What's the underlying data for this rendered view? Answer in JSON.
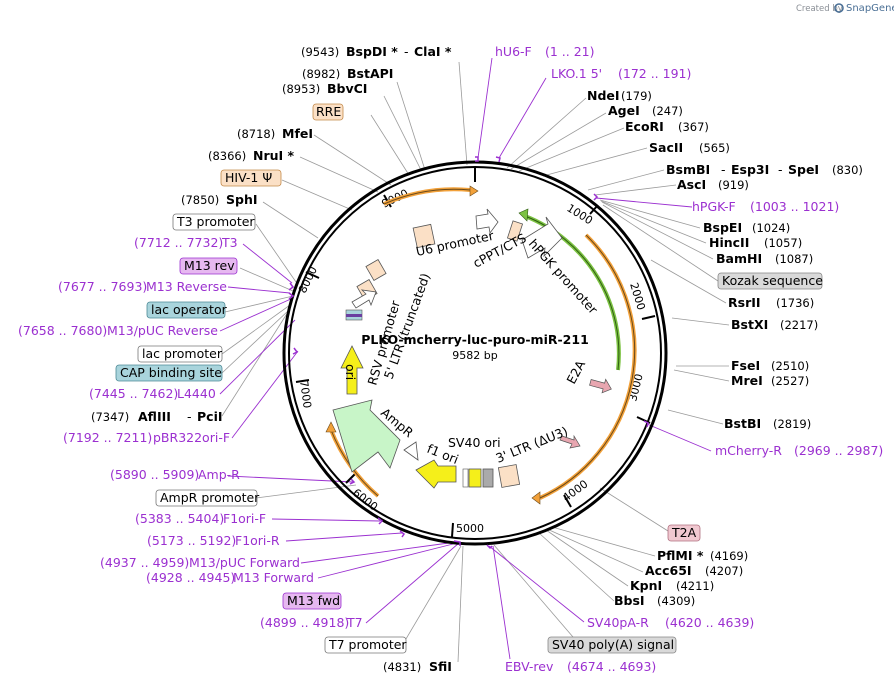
{
  "app": {
    "credit": "Created by",
    "brand": "SnapGene"
  },
  "map": {
    "name": "PLKO-mcherry-luc-puro-miR-211",
    "length_label": "9582 bp",
    "length": 9582,
    "ticks": [
      "1000",
      "2000",
      "3000",
      "4000",
      "5000",
      "6000",
      "7000",
      "8000",
      "9000"
    ],
    "colors": {
      "primer": "#9b30d0",
      "orange_feature": "#f2a13a",
      "green_feature": "#7cc242",
      "box_orange": "#fbe0c6",
      "box_purple": "#e6b8f0",
      "box_teal": "#a9d4dc",
      "box_gray": "#d9d9d9",
      "box_pink": "#f0c8d0",
      "ori_yellow": "#f5ef1a",
      "ampr_green": "#c8f5c8"
    }
  },
  "labels": {
    "sites": [
      {
        "pos": "(9543)",
        "name": "BspDI *",
        "extra": "ClaI *"
      },
      {
        "pos": "(8982)",
        "name": "BstAPI"
      },
      {
        "pos": "(8953)",
        "name": "BbvCI"
      },
      {
        "name": "NdeI",
        "pos": "(179)"
      },
      {
        "name": "AgeI",
        "pos": "(247)"
      },
      {
        "name": "EcoRI",
        "pos": "(367)"
      },
      {
        "name": "SacII",
        "pos": "(565)"
      },
      {
        "name": "BsmBI",
        "extra": "Esp3I",
        "extra2": "SpeI",
        "pos": "(830)"
      },
      {
        "name": "AscI",
        "pos": "(919)"
      },
      {
        "name": "BspEI",
        "pos": "(1024)"
      },
      {
        "name": "HincII",
        "pos": "(1057)"
      },
      {
        "name": "BamHI",
        "pos": "(1087)"
      },
      {
        "name": "RsrII",
        "pos": "(1736)"
      },
      {
        "name": "BstXI",
        "pos": "(2217)"
      },
      {
        "name": "FseI",
        "pos": "(2510)"
      },
      {
        "name": "MreI",
        "pos": "(2527)"
      },
      {
        "name": "BstBI",
        "pos": "(2819)"
      },
      {
        "name": "PflMI *",
        "pos": "(4169)"
      },
      {
        "name": "Acc65I",
        "pos": "(4207)"
      },
      {
        "name": "KpnI",
        "pos": "(4211)"
      },
      {
        "name": "BbsI",
        "pos": "(4309)"
      },
      {
        "pos": "(4831)",
        "name": "SfiI"
      },
      {
        "pos": "(8718)",
        "name": "MfeI"
      },
      {
        "pos": "(8366)",
        "name": "NruI *"
      },
      {
        "pos": "(7850)",
        "name": "SphI"
      },
      {
        "pos": "(7347)",
        "name": "AflIII",
        "extra": "PciI"
      }
    ],
    "primers": [
      {
        "name": "hU6-F",
        "range": "(1 .. 21)"
      },
      {
        "name": "LKO.1 5'",
        "range": "(172 .. 191)"
      },
      {
        "name": "hPGK-F",
        "range": "(1003 .. 1021)"
      },
      {
        "name": "mCherry-R",
        "range": "(2969 .. 2987)"
      },
      {
        "name": "SV40pA-R",
        "range": "(4620 .. 4639)"
      },
      {
        "name": "EBV-rev",
        "range": "(4674 .. 4693)"
      },
      {
        "name": "T7",
        "range": "(4899 .. 4918)"
      },
      {
        "name": "M13 Forward",
        "range": "(4928 .. 4945)"
      },
      {
        "name": "M13/pUC Forward",
        "range": "(4937 .. 4959)"
      },
      {
        "name": "F1ori-R",
        "range": "(5173 .. 5192)"
      },
      {
        "name": "F1ori-F",
        "range": "(5383 .. 5404)"
      },
      {
        "name": "Amp-R",
        "range": "(5890 .. 5909)"
      },
      {
        "name": "pBR322ori-F",
        "range": "(7192 .. 7211)"
      },
      {
        "name": "L4440",
        "range": "(7445 .. 7462)"
      },
      {
        "name": "M13/pUC Reverse",
        "range": "(7658 .. 7680)"
      },
      {
        "name": "M13 Reverse",
        "range": "(7677 .. 7693)"
      },
      {
        "name": "T3",
        "range": "(7712 .. 7732)"
      }
    ],
    "boxed": [
      {
        "name": "RRE"
      },
      {
        "name": "HIV-1 Ψ"
      },
      {
        "name": "T3 promoter"
      },
      {
        "name": "M13 rev"
      },
      {
        "name": "lac operator"
      },
      {
        "name": "lac promoter"
      },
      {
        "name": "CAP binding site"
      },
      {
        "name": "Kozak sequence"
      },
      {
        "name": "T2A"
      },
      {
        "name": "AmpR promoter"
      },
      {
        "name": "M13 fwd"
      },
      {
        "name": "T7 promoter"
      },
      {
        "name": "SV40 poly(A) signal"
      }
    ],
    "inner": [
      {
        "name": "U6 promoter"
      },
      {
        "name": "cPPT/CTS"
      },
      {
        "name": "hPGK promoter"
      },
      {
        "name": "RSV promoter"
      },
      {
        "name": "5' LTR (truncated)"
      },
      {
        "name": "ori"
      },
      {
        "name": "AmpR"
      },
      {
        "name": "f1 ori"
      },
      {
        "name": "SV40 ori"
      },
      {
        "name": "3' LTR (ΔU3)"
      },
      {
        "name": "E2A"
      }
    ]
  }
}
